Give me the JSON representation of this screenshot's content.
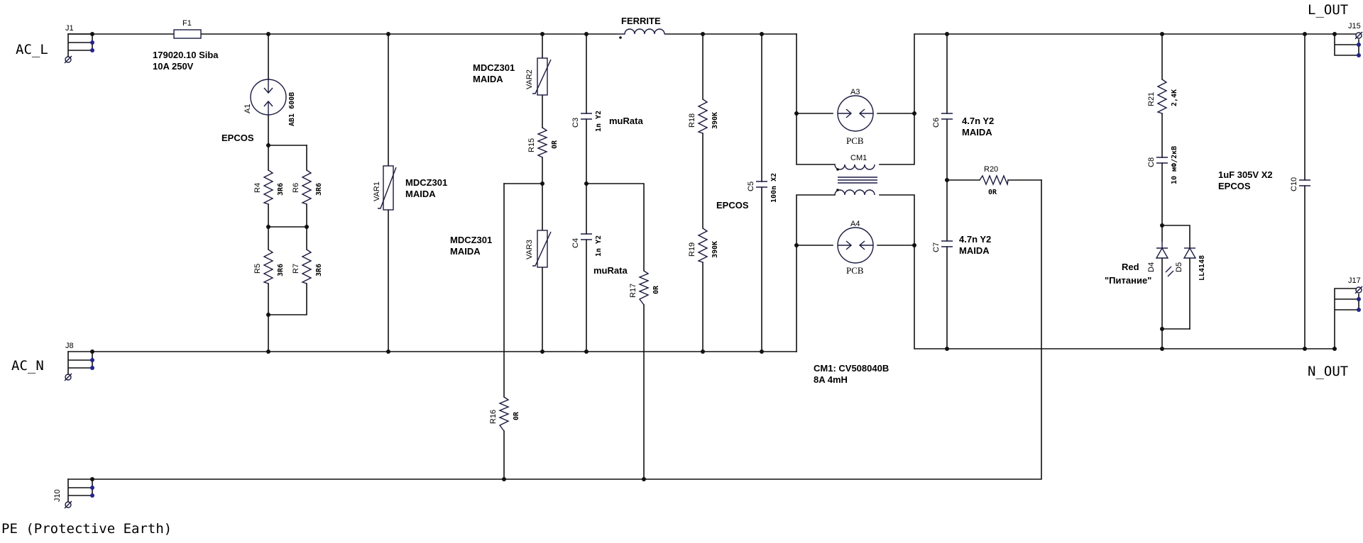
{
  "nets": {
    "ac_l": "AC_L",
    "ac_n": "AC_N",
    "pe": "PE (Protective Earth)",
    "l_out": "L_OUT",
    "n_out": "N_OUT"
  },
  "connectors": [
    {
      "ref": "J1"
    },
    {
      "ref": "J8"
    },
    {
      "ref": "J10"
    },
    {
      "ref": "J15"
    },
    {
      "ref": "J17"
    }
  ],
  "components": {
    "f1": {
      "ref": "F1",
      "note1": "179020.10 Siba",
      "note2": "10A 250V"
    },
    "a1": {
      "ref": "A1",
      "value": "AB1 600B",
      "note": "EPCOS"
    },
    "r4": {
      "ref": "R4",
      "value": "3R6"
    },
    "r5": {
      "ref": "R5",
      "value": "3R6"
    },
    "r6": {
      "ref": "R6",
      "value": "3R6"
    },
    "r7": {
      "ref": "R7",
      "value": "3R6"
    },
    "var1": {
      "ref": "VAR1",
      "note1": "MDCZ301",
      "note2": "MAIDA"
    },
    "var2": {
      "ref": "VAR2",
      "note1": "MDCZ301",
      "note2": "MAIDA"
    },
    "var3": {
      "ref": "VAR3",
      "note1": "MDCZ301",
      "note2": "MAIDA"
    },
    "r15": {
      "ref": "R15",
      "value": "0R"
    },
    "r16": {
      "ref": "R16",
      "value": "0R"
    },
    "r17": {
      "ref": "R17",
      "value": "0R"
    },
    "c3": {
      "ref": "C3",
      "value": "1n Y2",
      "note": "muRata"
    },
    "c4": {
      "ref": "C4",
      "value": "1n Y2",
      "note": "muRata"
    },
    "ferrite": {
      "label": "FERRITE"
    },
    "r18": {
      "ref": "R18",
      "value": "390K"
    },
    "r19": {
      "ref": "R19",
      "value": "390K"
    },
    "c5": {
      "ref": "C5",
      "value": "100n X2",
      "note": "EPCOS"
    },
    "a3": {
      "ref": "A3",
      "value": "PCB"
    },
    "a4": {
      "ref": "A4",
      "value": "PCB"
    },
    "cm1": {
      "ref": "CM1",
      "note1": "CM1: CV508040B",
      "note2": "8A 4mH"
    },
    "c6": {
      "ref": "C6",
      "note1": "4.7n Y2",
      "note2": "MAIDA"
    },
    "c7": {
      "ref": "C7",
      "note1": "4.7n Y2",
      "note2": "MAIDA"
    },
    "r20": {
      "ref": "R20",
      "value": "0R"
    },
    "r21": {
      "ref": "R21",
      "value": "2,4K"
    },
    "c8": {
      "ref": "C8",
      "value": "10 мФ/2кВ"
    },
    "d4": {
      "ref": "D4",
      "note1": "Red",
      "note2": "\"Питание\""
    },
    "d5": {
      "ref": "D5",
      "value": "LL4148"
    },
    "c10": {
      "ref": "C10",
      "note1": "1uF 305V X2",
      "note2": "EPCOS"
    }
  },
  "colors": {
    "wire": "#111111",
    "pin": "#23238e",
    "background": "#ffffff"
  }
}
